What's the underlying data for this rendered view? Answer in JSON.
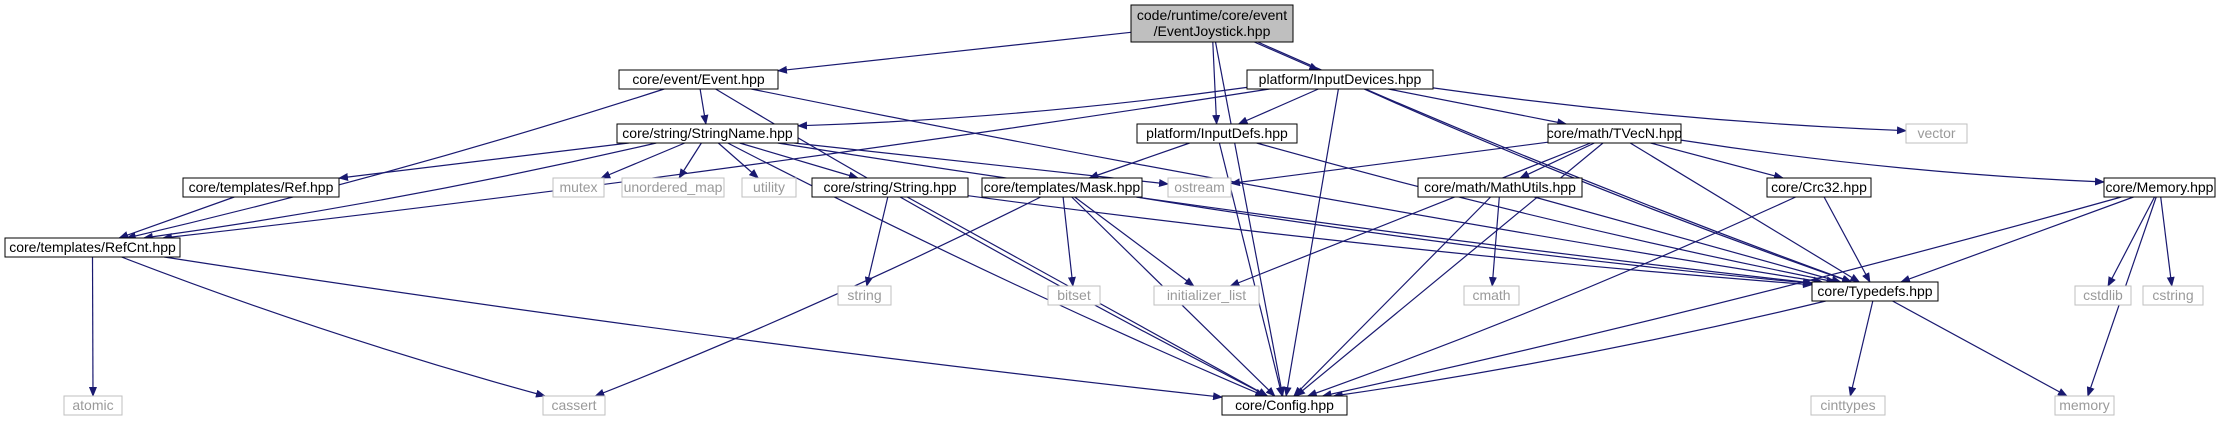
{
  "graph": {
    "colors": {
      "edge": "#191970",
      "root_fill": "#bfbfbf",
      "system_border": "#bfbfbf",
      "system_text": "#9a9a9a",
      "node_border": "#000000"
    },
    "nodes": [
      {
        "id": "root",
        "lines": [
          "code/runtime/core/event",
          "/EventJoystick.hpp"
        ],
        "kind": "root"
      },
      {
        "id": "event",
        "lines": [
          "core/event/Event.hpp"
        ],
        "kind": "file"
      },
      {
        "id": "inputdevices",
        "lines": [
          "platform/InputDevices.hpp"
        ],
        "kind": "file"
      },
      {
        "id": "stringname",
        "lines": [
          "core/string/StringName.hpp"
        ],
        "kind": "file"
      },
      {
        "id": "inputdefs",
        "lines": [
          "platform/InputDefs.hpp"
        ],
        "kind": "file"
      },
      {
        "id": "tvecn",
        "lines": [
          "core/math/TVecN.hpp"
        ],
        "kind": "file"
      },
      {
        "id": "vector",
        "lines": [
          "vector"
        ],
        "kind": "system"
      },
      {
        "id": "ref",
        "lines": [
          "core/templates/Ref.hpp"
        ],
        "kind": "file"
      },
      {
        "id": "mutex",
        "lines": [
          "mutex"
        ],
        "kind": "system"
      },
      {
        "id": "unordered_map",
        "lines": [
          "unordered_map"
        ],
        "kind": "system"
      },
      {
        "id": "utility",
        "lines": [
          "utility"
        ],
        "kind": "system"
      },
      {
        "id": "string_hpp",
        "lines": [
          "core/string/String.hpp"
        ],
        "kind": "file"
      },
      {
        "id": "mask",
        "lines": [
          "core/templates/Mask.hpp"
        ],
        "kind": "file"
      },
      {
        "id": "ostream",
        "lines": [
          "ostream"
        ],
        "kind": "system"
      },
      {
        "id": "mathutils",
        "lines": [
          "core/math/MathUtils.hpp"
        ],
        "kind": "file"
      },
      {
        "id": "crc32",
        "lines": [
          "core/Crc32.hpp"
        ],
        "kind": "file"
      },
      {
        "id": "memory_hpp",
        "lines": [
          "core/Memory.hpp"
        ],
        "kind": "file"
      },
      {
        "id": "refcnt",
        "lines": [
          "core/templates/RefCnt.hpp"
        ],
        "kind": "file"
      },
      {
        "id": "string",
        "lines": [
          "string"
        ],
        "kind": "system"
      },
      {
        "id": "bitset",
        "lines": [
          "bitset"
        ],
        "kind": "system"
      },
      {
        "id": "initializer_list",
        "lines": [
          "initializer_list"
        ],
        "kind": "system"
      },
      {
        "id": "cmath",
        "lines": [
          "cmath"
        ],
        "kind": "system"
      },
      {
        "id": "typedefs",
        "lines": [
          "core/Typedefs.hpp"
        ],
        "kind": "file"
      },
      {
        "id": "cstdlib",
        "lines": [
          "cstdlib"
        ],
        "kind": "system"
      },
      {
        "id": "cstring",
        "lines": [
          "cstring"
        ],
        "kind": "system"
      },
      {
        "id": "atomic",
        "lines": [
          "atomic"
        ],
        "kind": "system"
      },
      {
        "id": "cassert",
        "lines": [
          "cassert"
        ],
        "kind": "system"
      },
      {
        "id": "config",
        "lines": [
          "core/Config.hpp"
        ],
        "kind": "file"
      },
      {
        "id": "cinttypes",
        "lines": [
          "cinttypes"
        ],
        "kind": "system"
      },
      {
        "id": "memory",
        "lines": [
          "memory"
        ],
        "kind": "system"
      }
    ],
    "edges": [
      [
        "root",
        "event"
      ],
      [
        "root",
        "inputdevices"
      ],
      [
        "root",
        "inputdefs"
      ],
      [
        "root",
        "config"
      ],
      [
        "root",
        "typedefs"
      ],
      [
        "event",
        "stringname"
      ],
      [
        "event",
        "refcnt"
      ],
      [
        "event",
        "config"
      ],
      [
        "event",
        "typedefs"
      ],
      [
        "inputdevices",
        "stringname"
      ],
      [
        "inputdevices",
        "inputdefs"
      ],
      [
        "inputdevices",
        "tvecn"
      ],
      [
        "inputdevices",
        "vector"
      ],
      [
        "inputdevices",
        "refcnt"
      ],
      [
        "inputdevices",
        "config"
      ],
      [
        "inputdevices",
        "typedefs"
      ],
      [
        "stringname",
        "ref"
      ],
      [
        "stringname",
        "mutex"
      ],
      [
        "stringname",
        "unordered_map"
      ],
      [
        "stringname",
        "utility"
      ],
      [
        "stringname",
        "string_hpp"
      ],
      [
        "stringname",
        "ostream"
      ],
      [
        "stringname",
        "refcnt"
      ],
      [
        "stringname",
        "config"
      ],
      [
        "stringname",
        "typedefs"
      ],
      [
        "inputdefs",
        "mask"
      ],
      [
        "inputdefs",
        "config"
      ],
      [
        "inputdefs",
        "typedefs"
      ],
      [
        "tvecn",
        "ostream"
      ],
      [
        "tvecn",
        "initializer_list"
      ],
      [
        "tvecn",
        "mathutils"
      ],
      [
        "tvecn",
        "crc32"
      ],
      [
        "tvecn",
        "memory_hpp"
      ],
      [
        "tvecn",
        "config"
      ],
      [
        "tvecn",
        "typedefs"
      ],
      [
        "ref",
        "refcnt"
      ],
      [
        "string_hpp",
        "string"
      ],
      [
        "string_hpp",
        "config"
      ],
      [
        "string_hpp",
        "typedefs"
      ],
      [
        "mask",
        "bitset"
      ],
      [
        "mask",
        "initializer_list"
      ],
      [
        "mask",
        "cassert"
      ],
      [
        "mask",
        "config"
      ],
      [
        "mask",
        "typedefs"
      ],
      [
        "mathutils",
        "cmath"
      ],
      [
        "mathutils",
        "config"
      ],
      [
        "mathutils",
        "typedefs"
      ],
      [
        "crc32",
        "config"
      ],
      [
        "crc32",
        "typedefs"
      ],
      [
        "memory_hpp",
        "typedefs"
      ],
      [
        "memory_hpp",
        "cstdlib"
      ],
      [
        "memory_hpp",
        "cstring"
      ],
      [
        "memory_hpp",
        "memory"
      ],
      [
        "memory_hpp",
        "config"
      ],
      [
        "refcnt",
        "atomic"
      ],
      [
        "refcnt",
        "cassert"
      ],
      [
        "refcnt",
        "config"
      ],
      [
        "typedefs",
        "config"
      ],
      [
        "typedefs",
        "cinttypes"
      ],
      [
        "typedefs",
        "memory"
      ]
    ]
  }
}
